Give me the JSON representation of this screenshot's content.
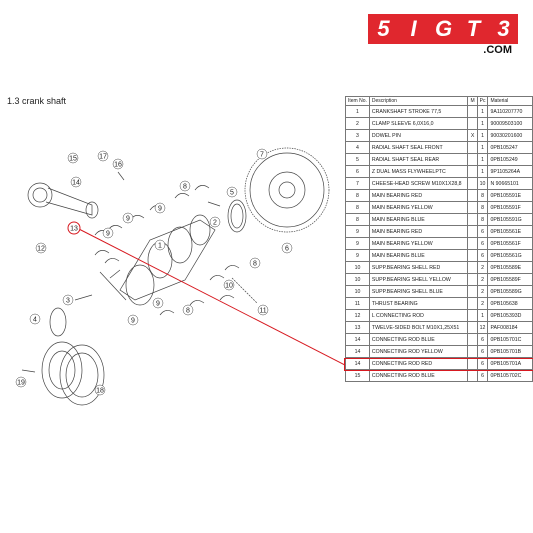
{
  "logo": {
    "mark": [
      "5",
      "I",
      "G",
      "T",
      "3"
    ],
    "suffix": ".COM"
  },
  "section": {
    "title": "1.3  crank shaft"
  },
  "table": {
    "headers": {
      "no": "Item No.",
      "description": "Description",
      "m": "M",
      "qty": "Pc",
      "material": "Material"
    },
    "rows": [
      {
        "no": "1",
        "description": "CRANKSHAFT STROKE 77,5",
        "m": "",
        "qty": "1",
        "material": "9A110207770"
      },
      {
        "no": "2",
        "description": "CLAMP SLEEVE 6,0X16,0",
        "m": "",
        "qty": "1",
        "material": "90009503100"
      },
      {
        "no": "3",
        "description": "DOWEL PIN",
        "m": "X",
        "qty": "1",
        "material": "90030201600"
      },
      {
        "no": "4",
        "description": "RADIAL SHAFT SEAL FRONT",
        "m": "",
        "qty": "1",
        "material": "0PB105247"
      },
      {
        "no": "5",
        "description": "RADIAL SHAFT SEAL REAR",
        "m": "",
        "qty": "1",
        "material": "0PB105249"
      },
      {
        "no": "6",
        "description": "Z DUAL MASS FLYWHEELPTC",
        "m": "",
        "qty": "1",
        "material": "9P1105264A"
      },
      {
        "no": "7",
        "description": "CHEESE-HEAD SCREW M10X1X28,8",
        "m": "",
        "qty": "10",
        "material": "N 90665101"
      },
      {
        "no": "8",
        "description": "MAIN BEARING RED",
        "m": "",
        "qty": "8",
        "material": "0PB105591E"
      },
      {
        "no": "8",
        "description": "MAIN BEARING YELLOW",
        "m": "",
        "qty": "8",
        "material": "0PB105591F"
      },
      {
        "no": "8",
        "description": "MAIN BEARING BLUE",
        "m": "",
        "qty": "8",
        "material": "0PB105591G"
      },
      {
        "no": "9",
        "description": "MAIN BEARING RED",
        "m": "",
        "qty": "6",
        "material": "0PB105561E"
      },
      {
        "no": "9",
        "description": "MAIN BEARING YELLOW",
        "m": "",
        "qty": "6",
        "material": "0PB105561F"
      },
      {
        "no": "9",
        "description": "MAIN BEARING BLUE",
        "m": "",
        "qty": "6",
        "material": "0PB105561G"
      },
      {
        "no": "10",
        "description": "SUPP.BEARING SHELL RED",
        "m": "",
        "qty": "2",
        "material": "0PB105589E"
      },
      {
        "no": "10",
        "description": "SUPP.BEARING SHELL YELLOW",
        "m": "",
        "qty": "2",
        "material": "0PB105589F"
      },
      {
        "no": "10",
        "description": "SUPP.BEARING SHELL BLUE",
        "m": "",
        "qty": "2",
        "material": "0PB105589G"
      },
      {
        "no": "11",
        "description": "THRUST BEARING",
        "m": "",
        "qty": "2",
        "material": "0PB105638"
      },
      {
        "no": "12",
        "description": "L CONNECTING ROD",
        "m": "",
        "qty": "1",
        "material": "0PB105393D"
      },
      {
        "no": "13",
        "description": "TWELVE-SIDED BOLT M10X1,25X51",
        "m": "",
        "qty": "12",
        "material": "PAF008184"
      },
      {
        "no": "14",
        "description": "CONNECTING ROD BLUE",
        "m": "",
        "qty": "6",
        "material": "0PB105701C"
      },
      {
        "no": "14",
        "description": "CONNECTING ROD YELLOW",
        "m": "",
        "qty": "6",
        "material": "0PB105701B"
      },
      {
        "no": "14",
        "description": "CONNECTING ROD RED",
        "m": "",
        "qty": "6",
        "material": "0PB105701A"
      },
      {
        "no": "15",
        "description": "CONNECTING ROD BLUE",
        "m": "",
        "qty": "6",
        "material": "0PB105702C"
      }
    ]
  },
  "diagram": {
    "callouts": [
      "1",
      "2",
      "3",
      "4",
      "5",
      "6",
      "7",
      "8",
      "8",
      "8",
      "9",
      "9",
      "9",
      "9",
      "9",
      "10",
      "11",
      "12",
      "13",
      "14",
      "15",
      "16",
      "17",
      "18",
      "19"
    ],
    "highlight_color": "#d71920"
  }
}
